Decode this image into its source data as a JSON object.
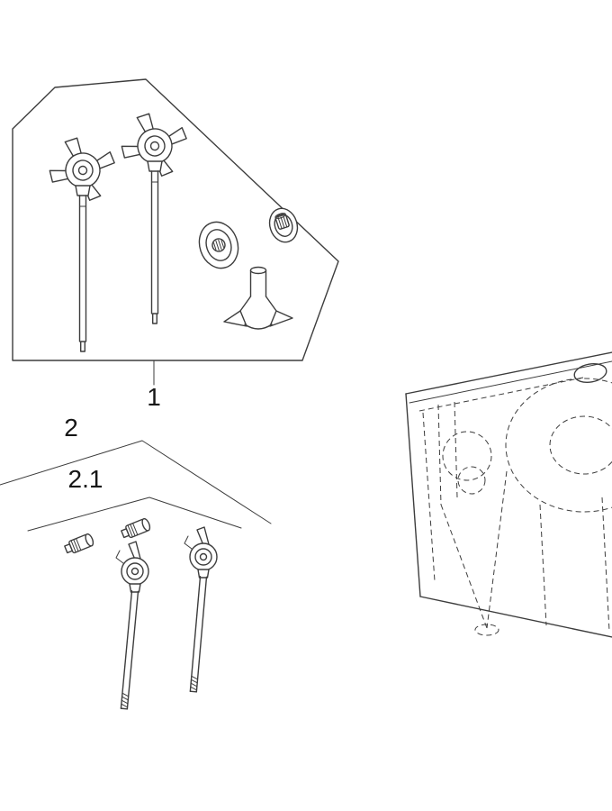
{
  "figure": {
    "callouts": [
      {
        "label": "1"
      },
      {
        "label": "2"
      },
      {
        "label": "2.1"
      }
    ]
  },
  "colors": {
    "line": "#3d3d3d",
    "label_text": "#161616",
    "background": "#ffffff"
  }
}
